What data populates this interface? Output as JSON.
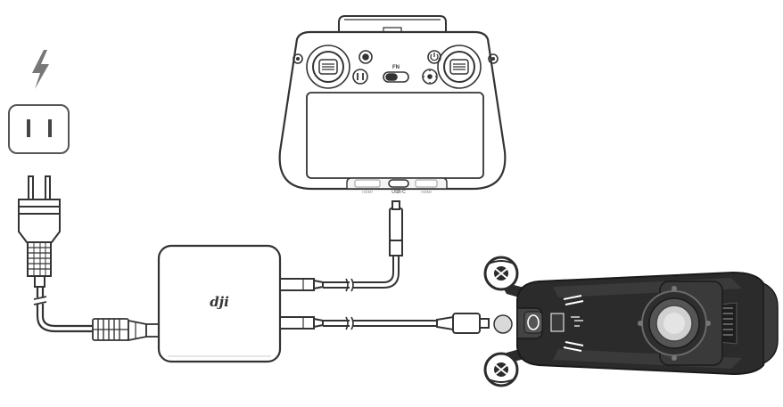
{
  "colors": {
    "stroke": "#333333",
    "icon_gray": "#777777",
    "active_port": "#d9d9d9",
    "drone_body": "#2b2b2b",
    "light_gray": "#f4f4f4"
  },
  "icons": {
    "power_indicator": "lightning-bolt",
    "outlet": "wall-outlet-two-slot",
    "plug": "two-prong-ac-plug"
  },
  "charger": {
    "brand_logo": "dji"
  },
  "remote_controller": {
    "fn_label": "FN",
    "ports": [
      "HDMI",
      "USB-C",
      "HDMI"
    ]
  }
}
